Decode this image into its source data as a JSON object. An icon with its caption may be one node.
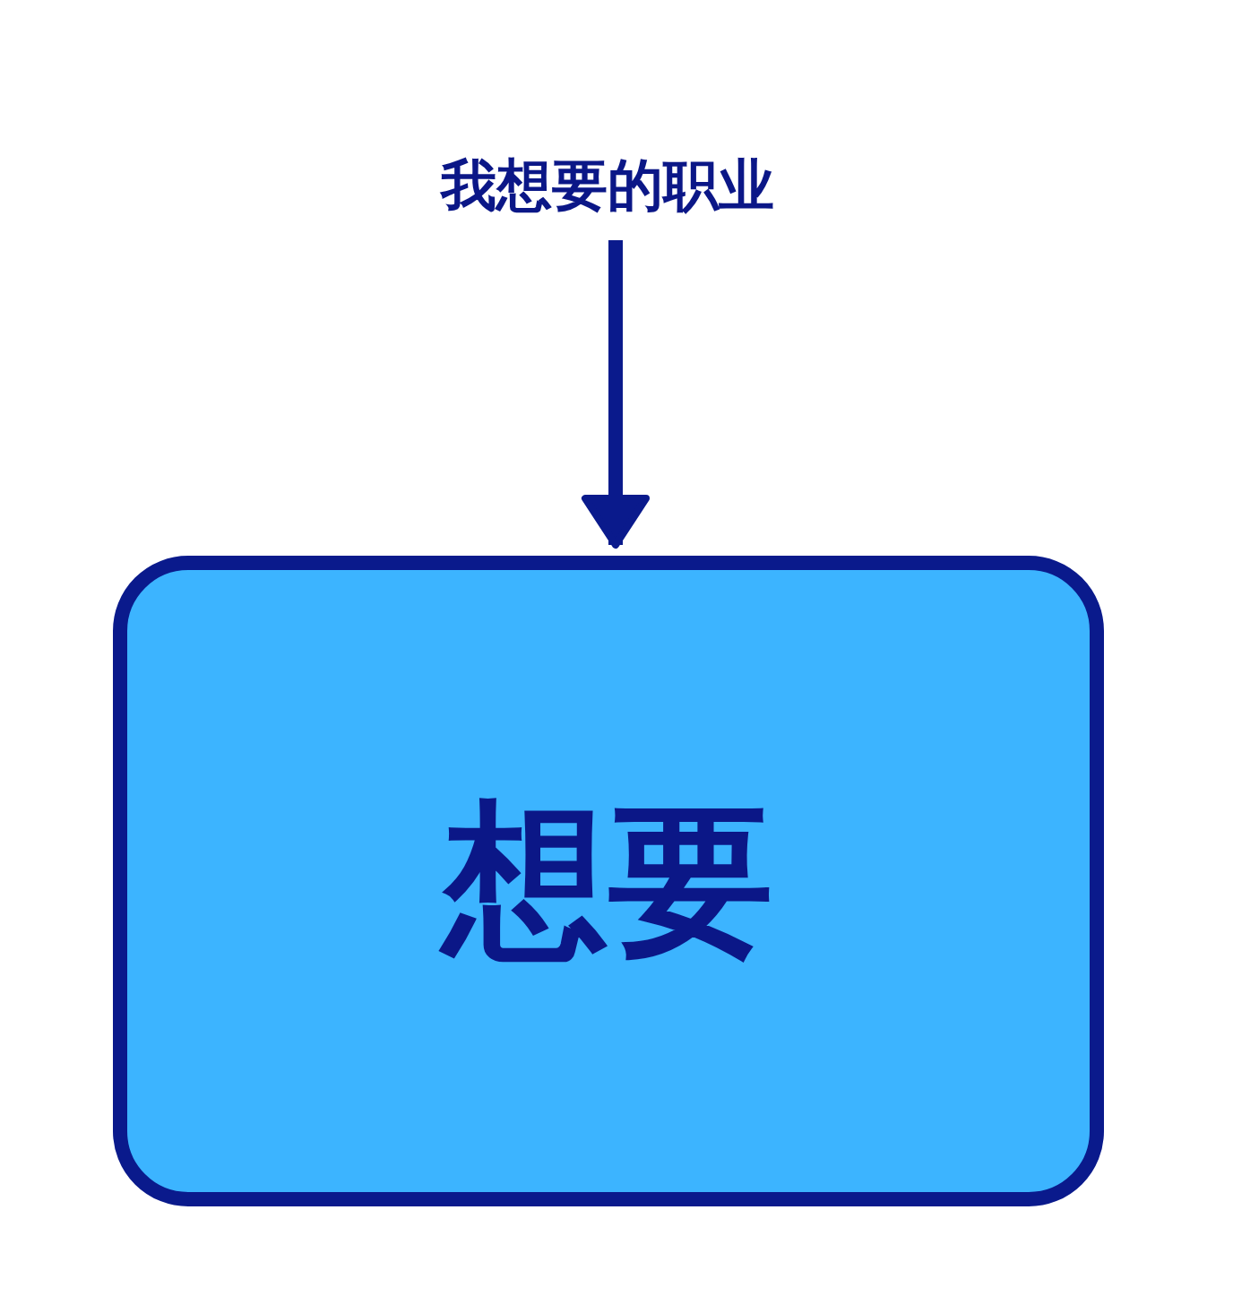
{
  "diagram": {
    "nodes": [
      {
        "text": [
          "我想要的职业"
        ]
      },
      {
        "text": [
          "想要"
        ]
      }
    ],
    "edges": [
      {
        "from": 0,
        "to": 1,
        "arrow": "to"
      }
    ]
  }
}
